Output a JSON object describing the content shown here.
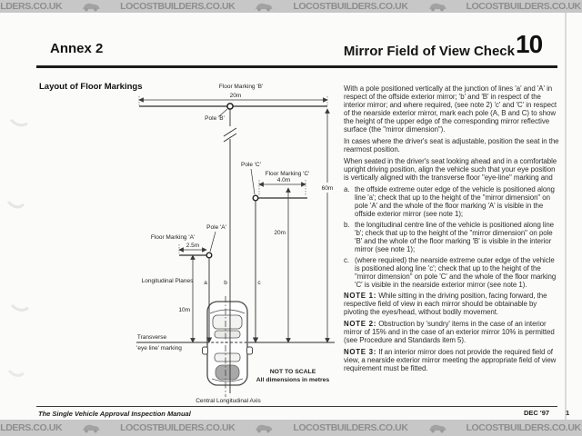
{
  "watermark": {
    "text": "LOCOSTBUILDERS.CO.UK"
  },
  "header": {
    "annex": "Annex 2",
    "title": "Mirror Field of View Check",
    "number": "10"
  },
  "diagram": {
    "heading": "Layout of Floor Markings",
    "labels": {
      "floor_marking_b": "Floor Marking 'B'",
      "dim_b_width": "20m",
      "pole_b": "Pole 'B'",
      "dim_b_dist": "60m",
      "pole_c": "Pole 'C'",
      "floor_marking_c": "Floor Marking 'C'",
      "dim_c_width": "4.0m",
      "dim_c_dist": "20m",
      "pole_a": "Pole 'A'",
      "floor_marking_a": "Floor Marking 'A'",
      "dim_a_width": "2.5m",
      "dim_a_dist": "10m",
      "longitudinal_planes": "Longitudinal Planes",
      "line_a": "a",
      "line_b": "b",
      "line_c": "c",
      "transverse_1": "Transverse",
      "transverse_2": "'eye line' marking",
      "not_to_scale": "NOT TO SCALE",
      "units_note": "All dimensions in metres",
      "central_axis": "Central Longitudinal Axis"
    }
  },
  "body": {
    "paragraphs": [
      "With a pole positioned vertically at the junction of lines 'a' and 'A' in respect of the offside exterior mirror; 'b' and 'B' in respect of the interior mirror; and where required, (see note 2) 'c' and 'C' in respect of the nearside exterior mirror, mark each pole (A, B and C) to show the height of the upper edge of the corresponding mirror reflective surface (the \"mirror dimension\").",
      "In cases where the driver's seat is adjustable, position the seat in the rearmost position.",
      "When seated in the driver's seat looking ahead and in a comfortable upright driving position, align the vehicle such that your eye position is vertically aligned with the transverse floor \"eye-line\" marking and"
    ],
    "items": [
      {
        "marker": "a.",
        "text": "the offside extreme outer edge of the vehicle is positioned along line 'a'; check that up to the height of the \"mirror dimension\" on pole 'A' and the whole of the floor marking 'A' is visible in the offside exterior mirror (see note 1);"
      },
      {
        "marker": "b.",
        "text": "the longitudinal centre line of the vehicle is positioned along line 'b'; check that up to the height of the \"mirror dimension\" on pole 'B' and the whole of the floor marking 'B' is visible in the interior mirror (see note 1);"
      },
      {
        "marker": "c.",
        "text": "(where required) the nearside extreme outer edge of the vehicle is positioned along line 'c'; check that up to the height of the \"mirror dimension\" on pole 'C' and the whole of the floor marking 'C' is visible in the nearside exterior mirror (see note 1)."
      }
    ],
    "notes": [
      {
        "label": "NOTE 1:",
        "text": "While sitting in the driving position, facing forward, the respective field of view in each mirror should be obtainable by pivoting the eyes/head, without bodily movement."
      },
      {
        "label": "NOTE 2:",
        "text": "Obstruction by 'sundry' items in the case of an interior mirror of 15% and in the case of an exterior mirror 10% is permitted (see Procedure and Standards item 5)."
      },
      {
        "label": "NOTE 3:",
        "text": "If an interior mirror does not provide the required field of view, a nearside exterior mirror meeting the appropriate field of view requirement must be fitted."
      }
    ]
  },
  "footer": {
    "manual_title": "The Single Vehicle Approval Inspection Manual",
    "date": "DEC '97",
    "page": "1"
  }
}
